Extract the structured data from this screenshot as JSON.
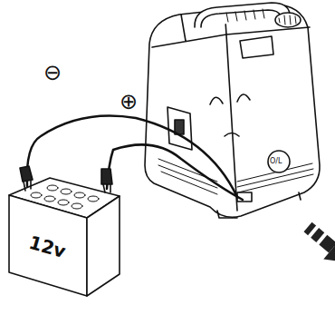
{
  "diagram": {
    "labels": [
      "⊖",
      "⊕",
      "12v",
      "O/L"
    ]
  }
}
